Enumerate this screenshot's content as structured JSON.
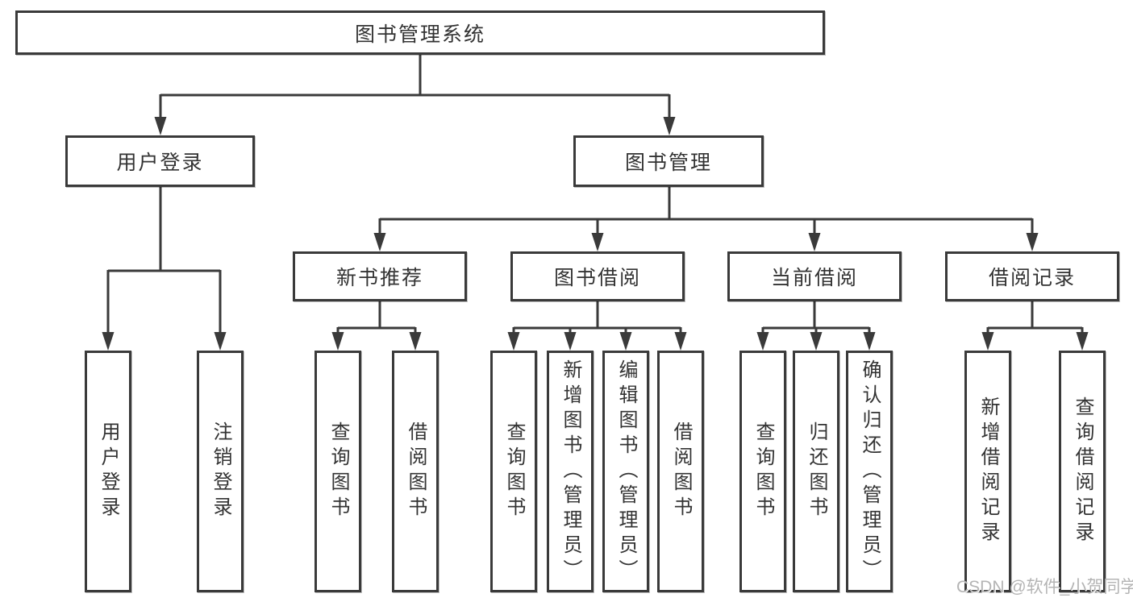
{
  "diagram": {
    "root": {
      "label": "图书管理系统"
    },
    "branches": [
      {
        "label": "用户登录",
        "children": [
          {
            "label": "用户登录"
          },
          {
            "label": "注销登录"
          }
        ]
      },
      {
        "label": "图书管理",
        "children": [
          {
            "label": "新书推荐",
            "children": [
              {
                "label": "查询图书"
              },
              {
                "label": "借阅图书"
              }
            ]
          },
          {
            "label": "图书借阅",
            "children": [
              {
                "label": "查询图书"
              },
              {
                "label": "新增图书（管理员）"
              },
              {
                "label": "编辑图书（管理员）"
              },
              {
                "label": "借阅图书"
              }
            ]
          },
          {
            "label": "当前借阅",
            "children": [
              {
                "label": "查询图书"
              },
              {
                "label": "归还图书"
              },
              {
                "label": "确认归还（管理员）"
              }
            ]
          },
          {
            "label": "借阅记录",
            "children": [
              {
                "label": "新增借阅记录"
              },
              {
                "label": "查询借阅记录"
              }
            ]
          }
        ]
      }
    ]
  },
  "watermark": {
    "text": "CSDN @软件_小贺同学"
  },
  "colors": {
    "line": "#3a3a3a",
    "box_border": "#3a3a3a",
    "text": "#333333",
    "watermark": "#b4b4b4",
    "background": "#ffffff"
  }
}
